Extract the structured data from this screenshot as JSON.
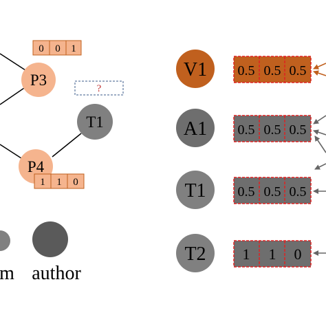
{
  "colors": {
    "paper": "#f5b48e",
    "venue": "#c0601e",
    "term": "#808080",
    "author": "#5a5a5a",
    "vec_fill_light": "#f5b48e",
    "vec_fill_venue": "#c0601e",
    "vec_fill_dark": "#6e6e6e",
    "dash_red": "#e02020",
    "arrow_orange": "#c0601e",
    "arrow_gray": "#666666",
    "question_red": "#c03030",
    "question_box": "#3a5a8a"
  },
  "left_graph": {
    "nodes": {
      "p3": "P3",
      "p4": "P4",
      "t1": "T1"
    },
    "vectors": {
      "p3": [
        "0",
        "0",
        "1"
      ],
      "p4": [
        "1",
        "1",
        "0"
      ]
    },
    "unknown_label": "?",
    "legend": {
      "term_label_fragment": "m",
      "author_label": "author"
    }
  },
  "right_panel": {
    "rows": [
      {
        "node": "V1",
        "values": [
          "0.5",
          "0.5",
          "0.5"
        ]
      },
      {
        "node": "A1",
        "values": [
          "0.5",
          "0.5",
          "0.5"
        ]
      },
      {
        "node": "T1",
        "values": [
          "0.5",
          "0.5",
          "0.5"
        ]
      },
      {
        "node": "T2",
        "values": [
          "1",
          "1",
          "0"
        ]
      }
    ]
  }
}
